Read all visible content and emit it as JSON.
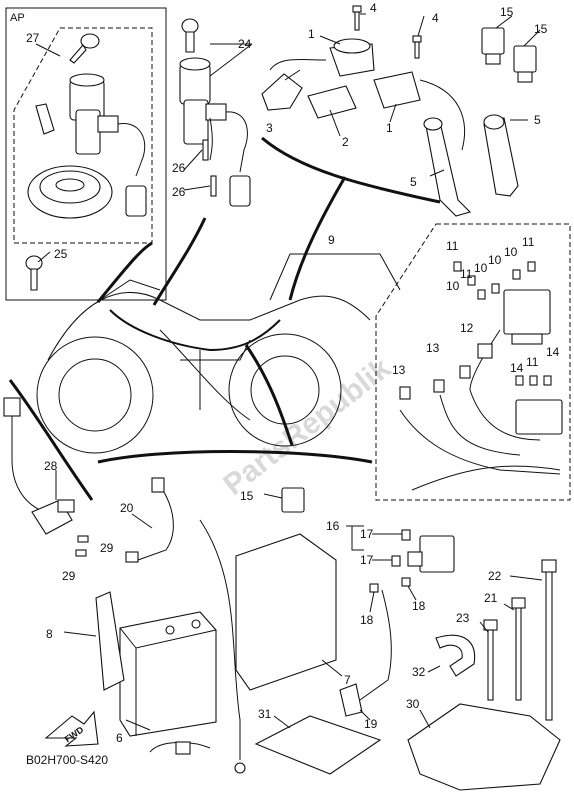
{
  "diagram": {
    "ap_label": "AP",
    "code": "B02H700-S420",
    "watermark": "PartsRepublik",
    "fwd_label": "FWD",
    "parts": [
      "1",
      "2",
      "3",
      "4",
      "5",
      "6",
      "7",
      "8",
      "9",
      "10",
      "11",
      "13",
      "12",
      "14",
      "15",
      "16",
      "17",
      "18",
      "19",
      "20",
      "21",
      "22",
      "23",
      "24",
      "25",
      "26",
      "27",
      "28",
      "29",
      "30",
      "31",
      "32"
    ]
  }
}
